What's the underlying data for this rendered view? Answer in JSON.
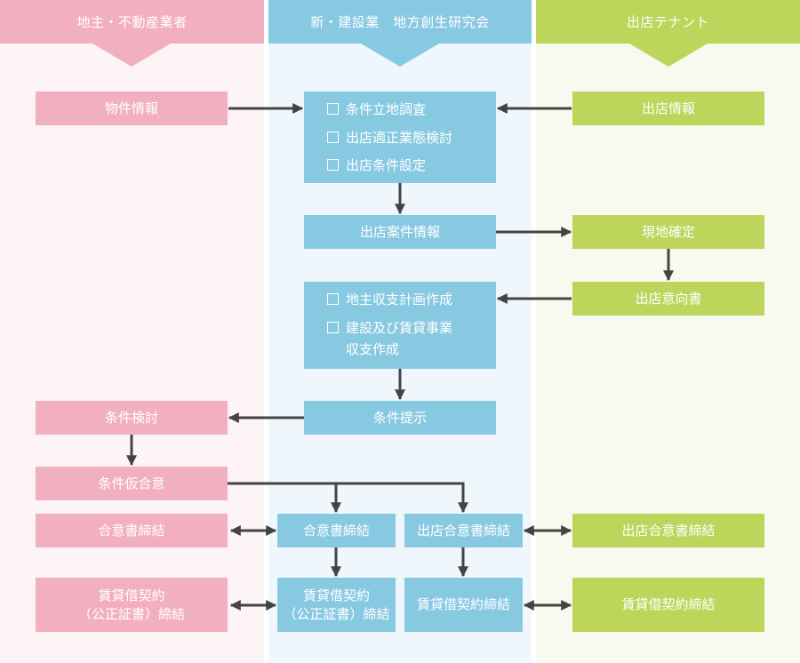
{
  "colors": {
    "pink": "#f2afc2",
    "blue": "#88c9e2",
    "green": "#bcd55a",
    "arrow": "#444444"
  },
  "lanes": {
    "left": {
      "title": "地主・不動産業者"
    },
    "center": {
      "title": "新・建設業　地方創生研究会"
    },
    "right": {
      "title": "出店テナント"
    }
  },
  "nodes": {
    "property_info": "物件情報",
    "survey_list": [
      "条件立地調査",
      "出店適正業態検討",
      "出店条件設定"
    ],
    "tenant_info": "出店情報",
    "store_case_info": "出店案件情報",
    "site_confirm": "現地確定",
    "plan_list": [
      "地主収支計画作成",
      "建設及び賃貸事業"
    ],
    "plan_list_cont": "収支作成",
    "letter_of_intent": "出店意向書",
    "condition_review": "条件検討",
    "condition_present": "条件提示",
    "provisional_agreement": "条件仮合意",
    "agreement_left": "合意書締結",
    "agreement_center": "合意書締結",
    "store_agreement_center": "出店合意書締結",
    "store_agreement_right": "出店合意書締結",
    "lease_left": [
      "賃貸借契約",
      "（公正証書）締結"
    ],
    "lease_center": [
      "賃貸借契約",
      "（公正証書）締結"
    ],
    "lease_contract_center": "賃貸借契約締結",
    "lease_contract_right": "賃貸借契約締結"
  }
}
